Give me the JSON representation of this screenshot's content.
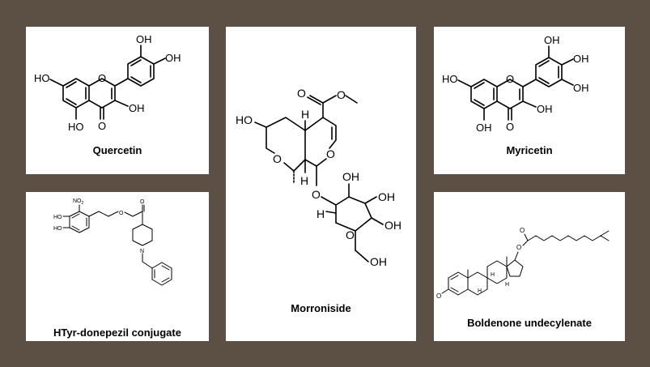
{
  "panels": {
    "quercetin": {
      "name": "Quercetin",
      "labels": {
        "oh_a": "OH",
        "oh_b": "OH",
        "oh_left": "HO",
        "oh_c3": "OH",
        "oh_c5": "HO",
        "carbonyl_o": "O",
        "ring_o": "O"
      }
    },
    "morroniside": {
      "name": "Morroniside",
      "labels": {
        "ho": "HO",
        "h_top": "H",
        "h_mid": "H",
        "ester_o1": "O",
        "ester_o2": "O",
        "ring_o1": "O",
        "ring_o2": "O",
        "glyc_o": "O",
        "sugar_ring_o": "O",
        "h_anomeric": "H",
        "oh1": "OH",
        "oh2": "OH",
        "oh3": "OH",
        "oh4": "OH"
      }
    },
    "myricetin": {
      "name": "Myricetin",
      "labels": {
        "oh_a": "OH",
        "oh_b": "OH",
        "oh_c": "OH",
        "oh_left": "HO",
        "oh_c3": "OH",
        "oh_c5": "OH",
        "carbonyl_o": "O",
        "ring_o": "O"
      }
    },
    "htyr": {
      "name": "HTyr-donepezil conjugate",
      "labels": {
        "no2": "NO",
        "no2_sub": "2",
        "ho1": "HO",
        "ho2": "HO",
        "ester_o1": "O",
        "ester_o2": "O",
        "n": "N"
      }
    },
    "boldenone": {
      "name": "Boldenone undecylenate",
      "labels": {
        "keto_o": "O",
        "ester_o1": "O",
        "ester_o2": "O",
        "h1": "H",
        "h2": "H",
        "h3": "H"
      }
    }
  }
}
